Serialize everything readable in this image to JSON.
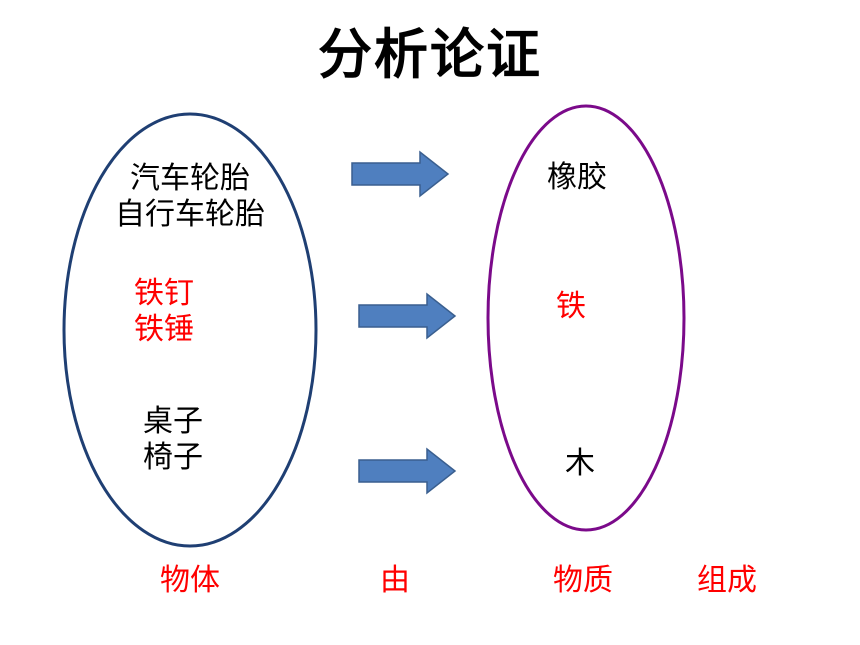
{
  "title": "分析论证",
  "left_group": {
    "items": [
      {
        "lines": [
          "汽车轮胎",
          "自行车轮胎"
        ],
        "color": "#000000"
      },
      {
        "lines": [
          "铁钉",
          "铁锤"
        ],
        "color": "#ff0000"
      },
      {
        "lines": [
          "桌子",
          "椅子"
        ],
        "color": "#000000"
      }
    ]
  },
  "right_group": {
    "items": [
      {
        "label": "橡胶",
        "color": "#000000"
      },
      {
        "label": "铁",
        "color": "#ff0000"
      },
      {
        "label": "木",
        "color": "#000000"
      }
    ]
  },
  "bottom_labels": [
    {
      "text": "物体"
    },
    {
      "text": "由"
    },
    {
      "text": "物质"
    },
    {
      "text": "组成"
    }
  ],
  "colors": {
    "left_ellipse": "#1f3f73",
    "right_ellipse": "#7b0a8a",
    "arrow_fill": "#4f7fbf",
    "arrow_stroke": "#3a5f8f",
    "bottom_text": "#ff0000"
  }
}
